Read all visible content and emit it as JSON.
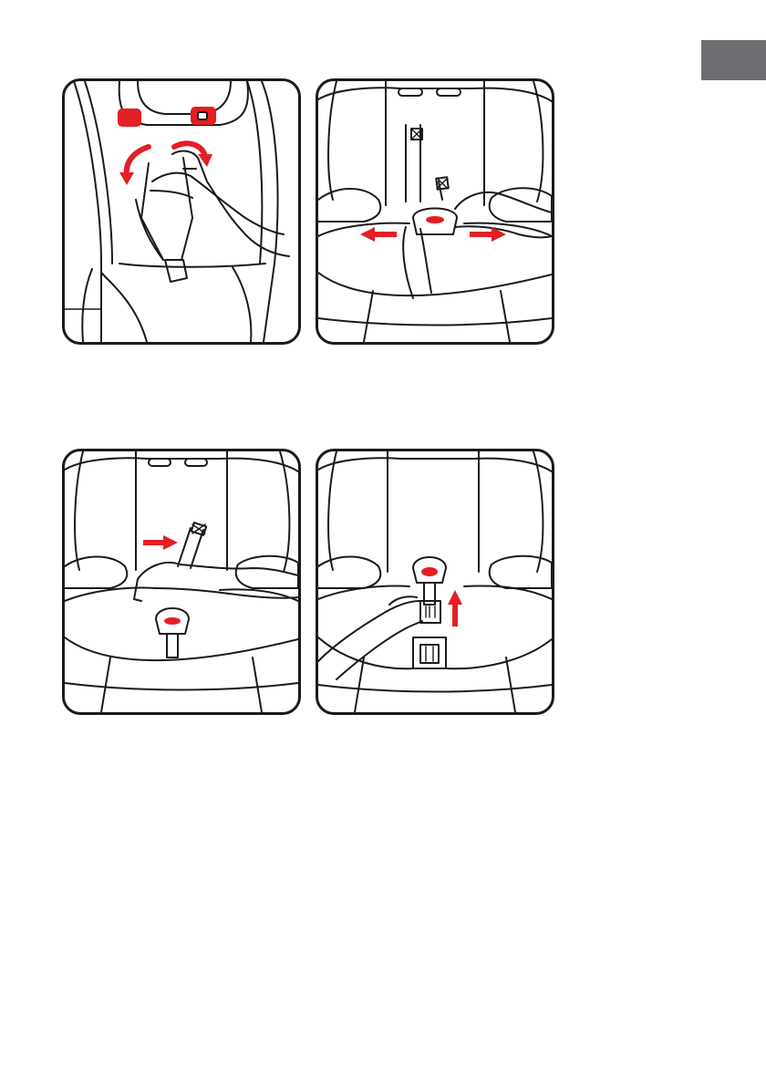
{
  "page": {
    "language_tab": {
      "color": "#6d6e71",
      "label": ""
    },
    "accent_color": "#e31e24",
    "figures": [
      {
        "id": "step-1",
        "arrows": [
          "curved-arrow-left",
          "curved-arrow-right"
        ]
      },
      {
        "id": "step-2",
        "arrows": [
          "arrow-left",
          "arrow-right"
        ]
      },
      {
        "id": "step-3",
        "arrows": [
          "arrow-right"
        ]
      },
      {
        "id": "step-4",
        "arrows": [
          "arrow-up"
        ]
      }
    ]
  }
}
